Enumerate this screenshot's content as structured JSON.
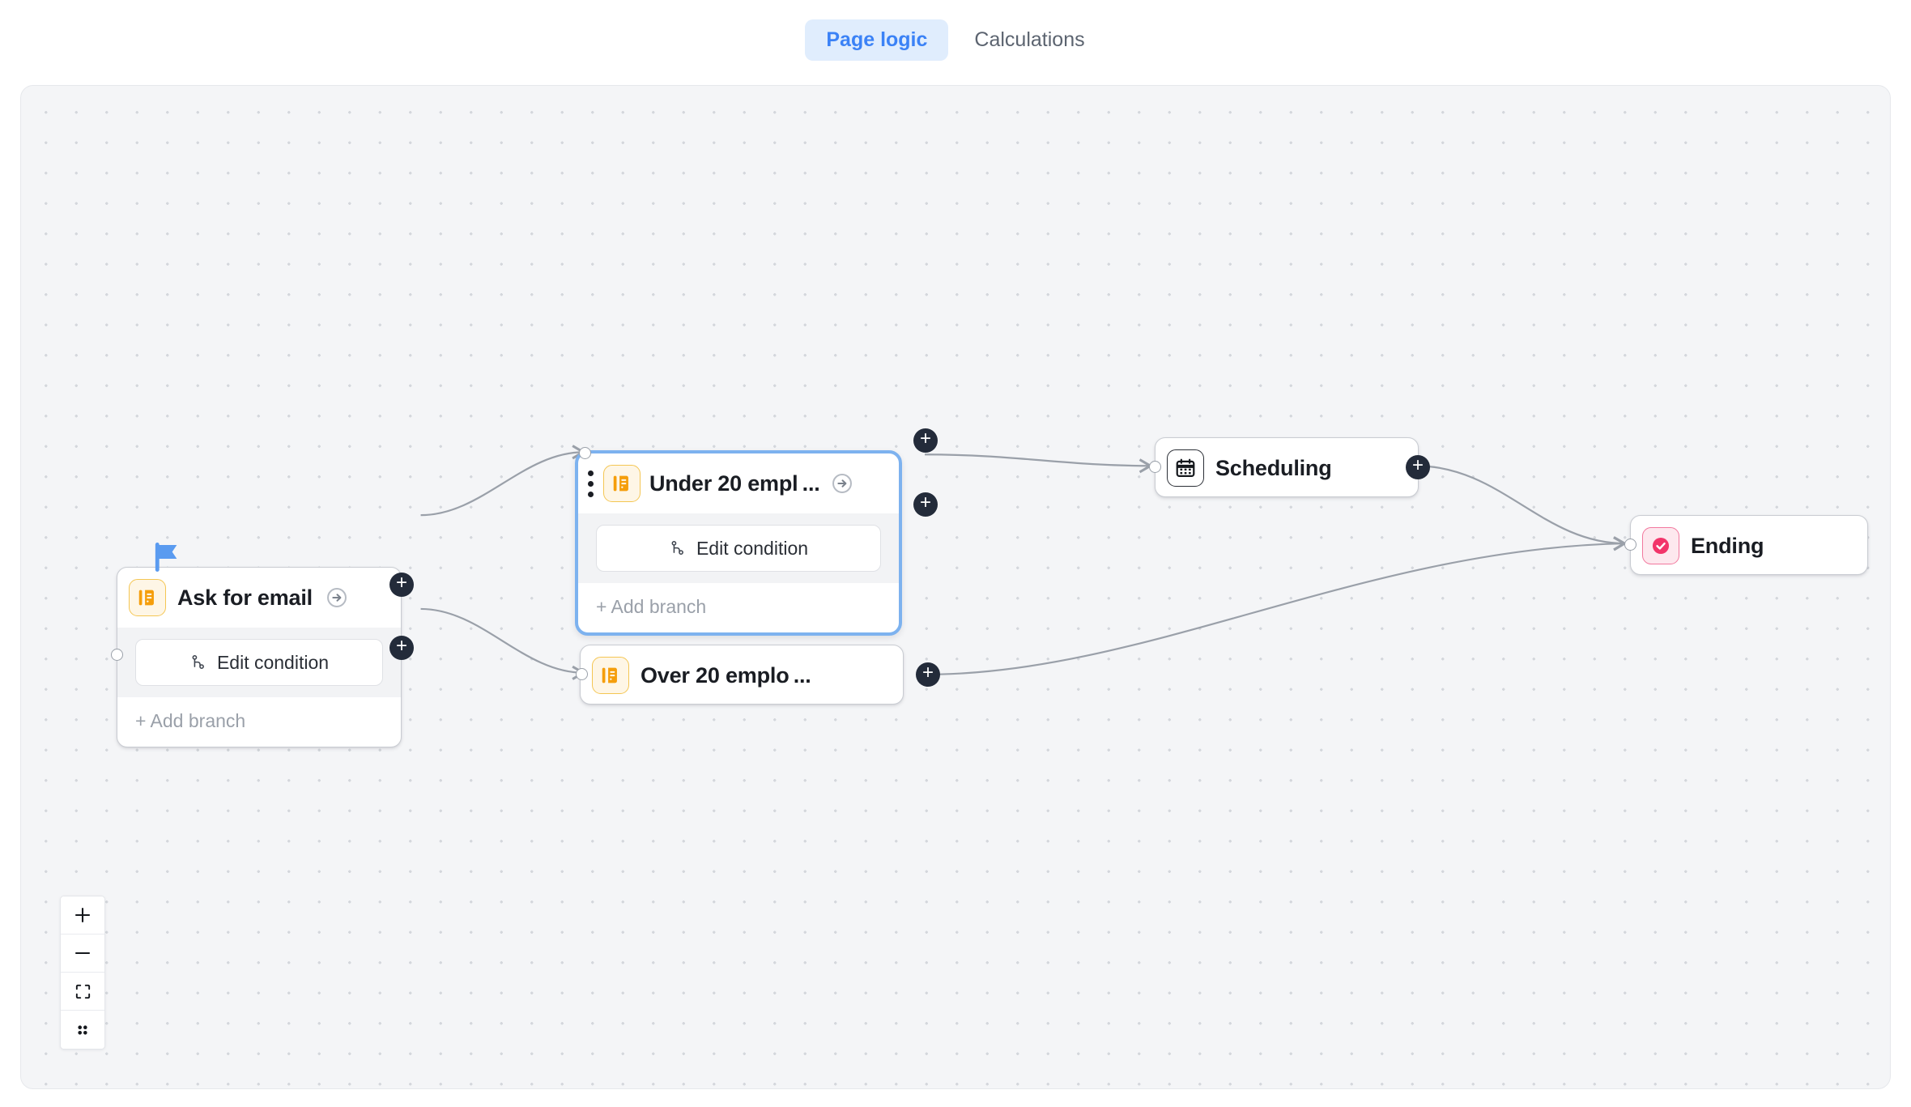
{
  "tabs": [
    {
      "label": "Page logic",
      "active": true
    },
    {
      "label": "Calculations",
      "active": false
    }
  ],
  "colors": {
    "accent_blue": "#3b82f6",
    "tab_active_bg": "#e0edfd",
    "selection_border": "#7db2ef",
    "handle_dark": "#232b3a",
    "form_icon_orange": "#f59e0b",
    "ending_pink": "#f2356a",
    "canvas_bg": "#f4f5f7",
    "edge_stroke": "#9aa0a9"
  },
  "nodes": [
    {
      "id": "ask-for-email",
      "title": "Ask for email",
      "icon": "form-icon",
      "is_start": true,
      "start_flag_icon": "flag-icon",
      "goto_icon": "arrow-circle-right-icon",
      "branch": {
        "edit_label": "Edit condition",
        "edit_icon": "git-branch-icon",
        "add_label": "+ Add branch"
      }
    },
    {
      "id": "under-20-employees",
      "title": "Under 20 empl ...",
      "icon": "form-icon",
      "selected": true,
      "menu_icon": "more-vertical-icon",
      "goto_icon": "arrow-circle-right-icon",
      "branch": {
        "edit_label": "Edit condition",
        "edit_icon": "git-branch-icon",
        "add_label": "+ Add branch"
      }
    },
    {
      "id": "over-20-employees",
      "title": "Over 20 emplo ...",
      "icon": "form-icon"
    },
    {
      "id": "scheduling",
      "title": "Scheduling",
      "icon": "calendar-icon"
    },
    {
      "id": "ending",
      "title": "Ending",
      "icon": "check-circle-icon"
    }
  ],
  "zoom_controls": [
    {
      "name": "zoom-in-button",
      "icon": "plus-icon"
    },
    {
      "name": "zoom-out-button",
      "icon": "minus-icon"
    },
    {
      "name": "fit-view-button",
      "icon": "fit-screen-icon"
    },
    {
      "name": "toggle-grid-button",
      "icon": "grid-dots-icon"
    }
  ]
}
